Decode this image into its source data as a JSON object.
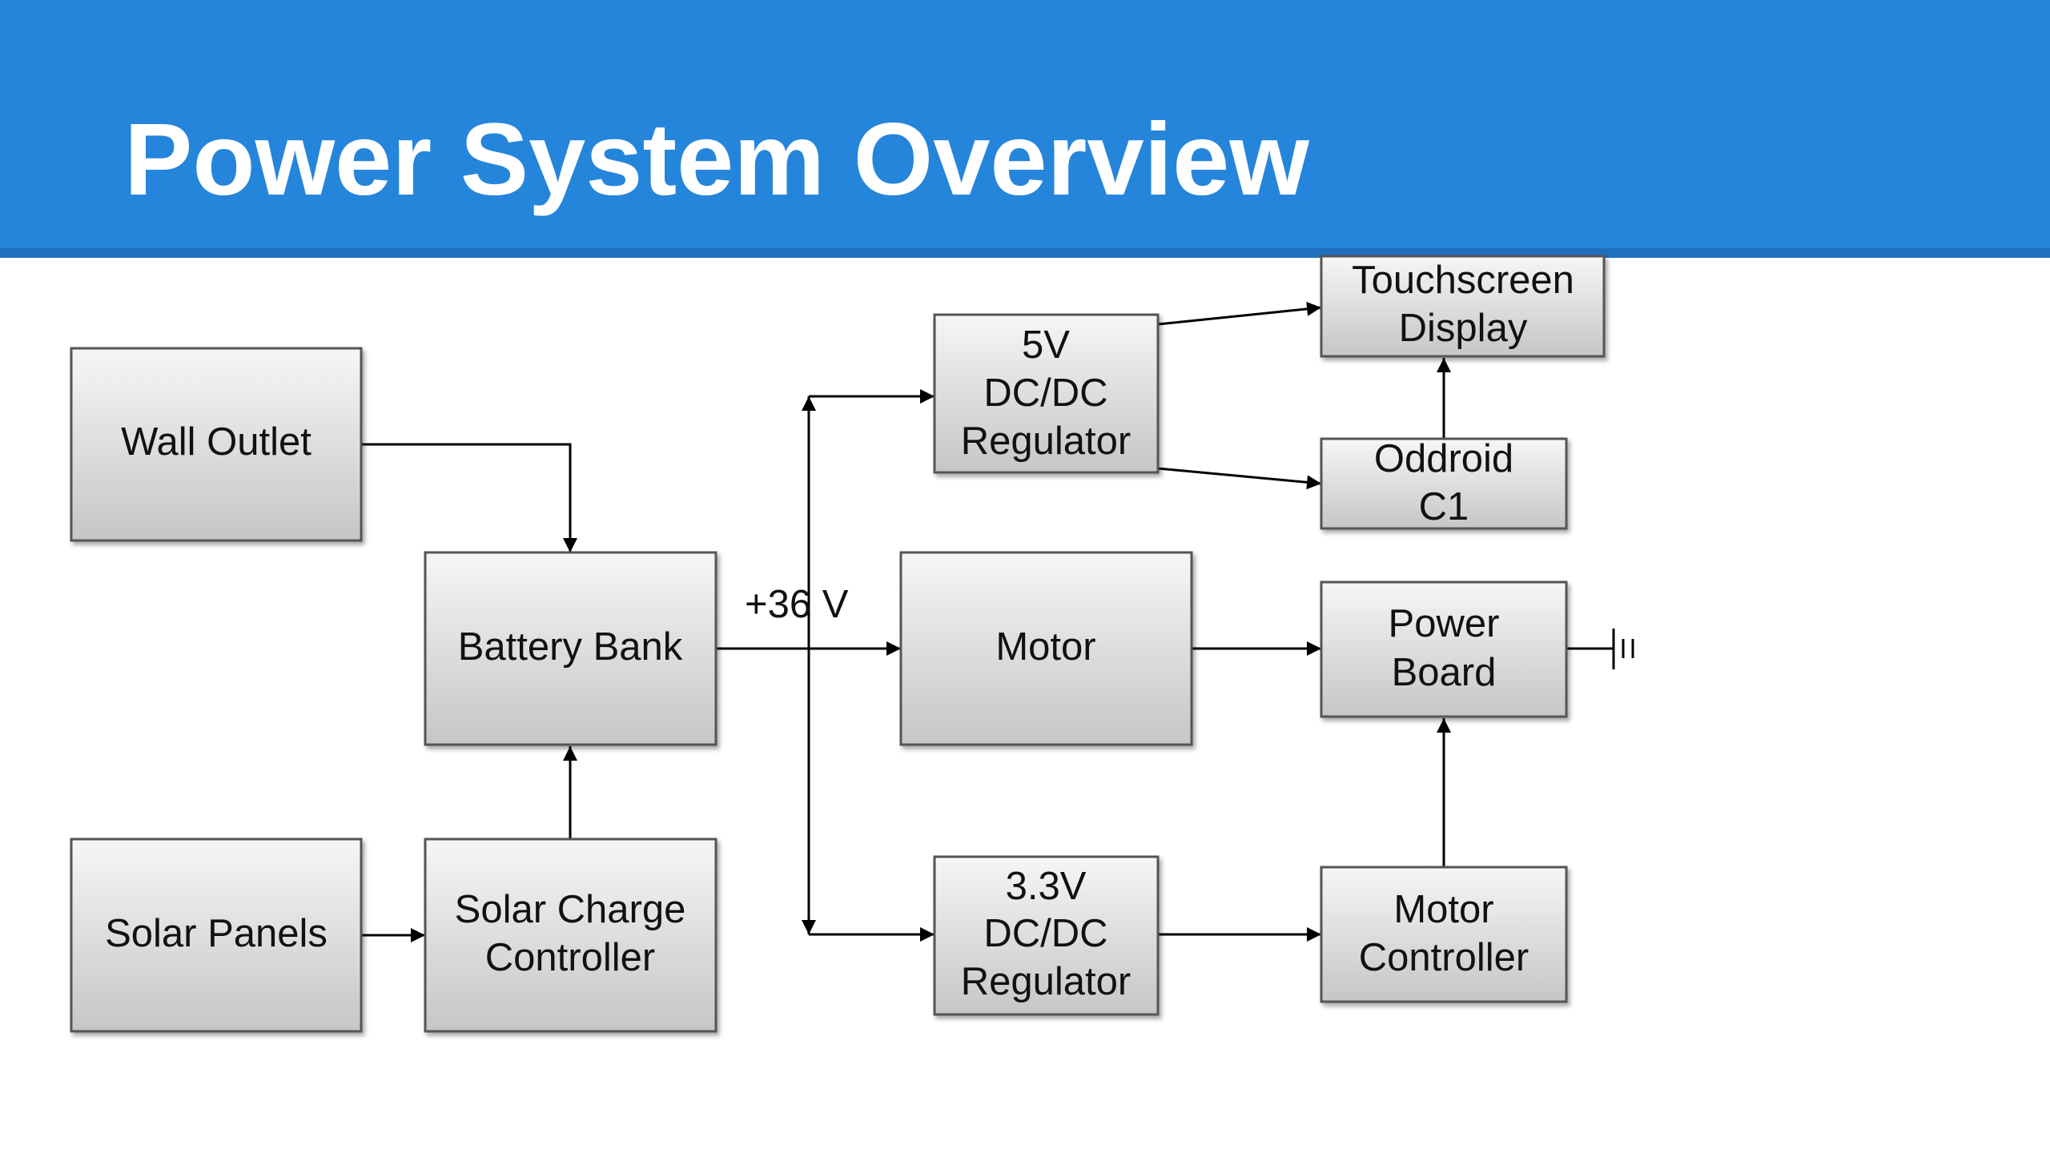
{
  "slide": {
    "title": "Power System Overview"
  },
  "diagram": {
    "blocks": {
      "wall_outlet": [
        "Wall Outlet"
      ],
      "battery_bank": [
        "Battery Bank"
      ],
      "solar_panels": [
        "Solar Panels"
      ],
      "solar_charge_controller": [
        "Solar Charge",
        "Controller"
      ],
      "reg_5v": [
        "5V",
        "DC/DC",
        "Regulator"
      ],
      "reg_3v3": [
        "3.3V",
        "DC/DC",
        "Regulator"
      ],
      "motor": [
        "Motor"
      ],
      "touchscreen": [
        "Touchscreen",
        "Display"
      ],
      "oddroid": [
        "Oddroid",
        "C1"
      ],
      "power_board": [
        "Power",
        "Board"
      ],
      "motor_controller": [
        "Motor",
        "Controller"
      ]
    },
    "voltage_label": "+36 V",
    "colors": {
      "header": "#2585db",
      "header_rule": "#1f6fbd",
      "box_fill_top": "#f6f6f6",
      "box_fill_bottom": "#c6c6c6",
      "box_border": "#555555",
      "line": "#000000"
    }
  }
}
